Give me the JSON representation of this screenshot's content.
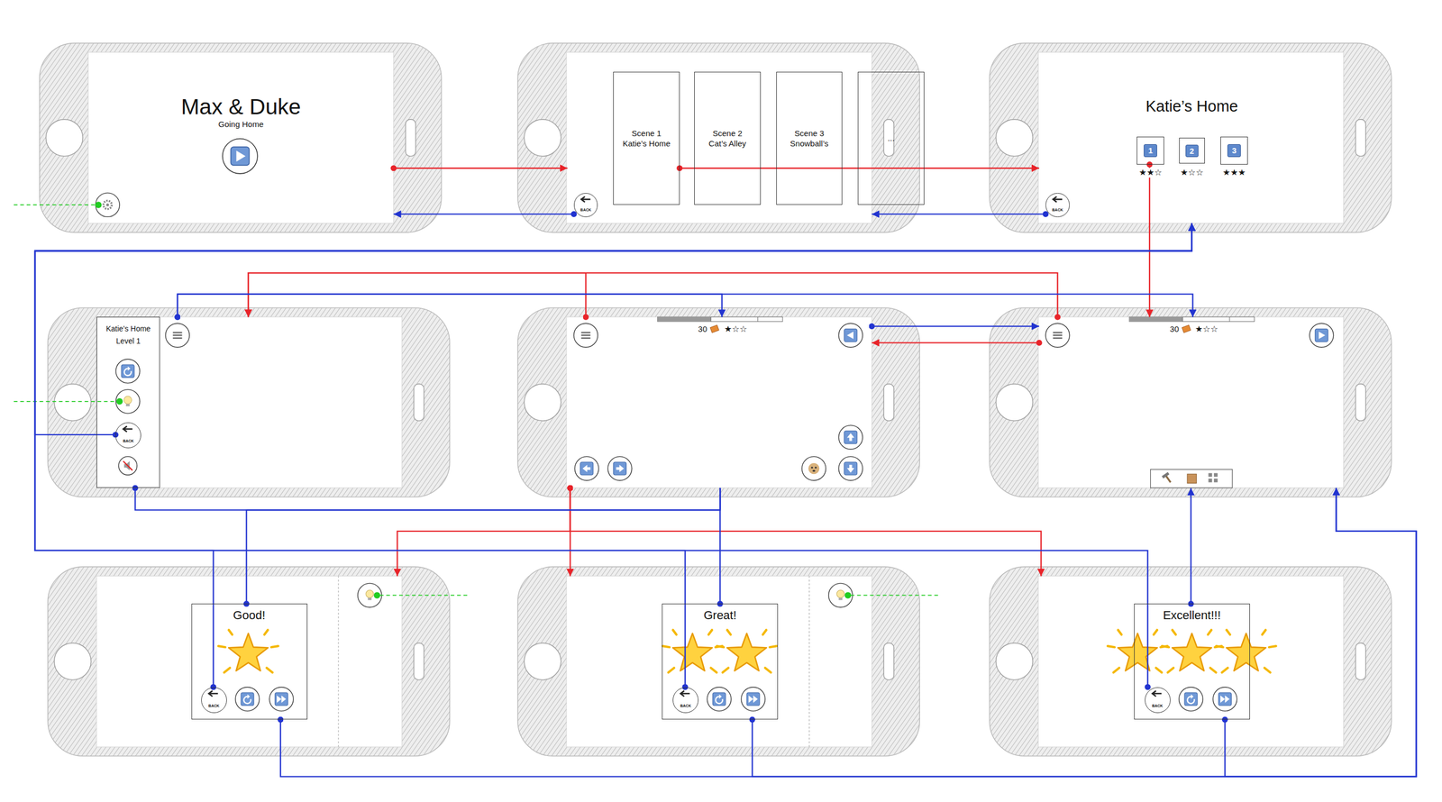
{
  "diagram": {
    "nodes": [
      {
        "text": [
          "Max & Duke",
          "Going Home"
        ]
      },
      {
        "text": []
      },
      {
        "text": [
          "Scene 1",
          "Katie’s Home"
        ],
        "in": 1
      },
      {
        "text": [
          "Scene 2",
          "Cat’s Alley"
        ],
        "in": 1
      },
      {
        "text": [
          "Scene 3",
          "Snowball’s"
        ],
        "in": 1
      },
      {
        "text": [
          "..."
        ],
        "in": 1
      },
      {
        "text": [
          "BACK"
        ],
        "in": 1
      },
      {
        "text": [
          "Katie’s Home"
        ]
      },
      {
        "text": [
          "1"
        ],
        "in": 7
      },
      {
        "text": [
          "2"
        ],
        "in": 7
      },
      {
        "text": [
          "3"
        ],
        "in": 7
      },
      {
        "text": [
          "BACK"
        ],
        "in": 7
      },
      {
        "text": []
      },
      {
        "text": [
          "Katie’s Home",
          "Level 1"
        ],
        "in": 12
      },
      {
        "text": [
          "BACK"
        ],
        "in": 13
      },
      {
        "text": []
      },
      {
        "text": []
      },
      {
        "text": []
      },
      {
        "text": [
          "Good!"
        ],
        "in": 17
      },
      {
        "text": [
          "BACK"
        ],
        "in": 18
      },
      {
        "text": []
      },
      {
        "text": [
          "Great!"
        ],
        "in": 20
      },
      {
        "text": [
          "BACK"
        ],
        "in": 21
      },
      {
        "text": []
      },
      {
        "text": [
          "Excellent!!!"
        ],
        "in": 23
      },
      {
        "text": [
          "BACK"
        ],
        "in": 24
      }
    ],
    "edges": [
      {
        "from": 0,
        "to": 1,
        "arrow": "to"
      },
      {
        "from": 2,
        "to": 7,
        "arrow": "to"
      },
      {
        "from": 6,
        "to": 0,
        "arrow": "to"
      },
      {
        "from": 11,
        "to": 1,
        "arrow": "to"
      },
      {
        "from": 8,
        "to": 16,
        "arrow": "to"
      },
      {
        "from": 14,
        "to": 7,
        "arrow": "to"
      },
      {
        "from": 15,
        "to": 12,
        "arrow": "to"
      },
      {
        "from": 16,
        "to": 12,
        "arrow": "to"
      },
      {
        "from": 12,
        "to": 15,
        "arrow": "to"
      },
      {
        "from": 12,
        "to": 16,
        "arrow": "to"
      },
      {
        "from": 15,
        "to": 16,
        "arrow": "to"
      },
      {
        "from": 16,
        "to": 15,
        "arrow": "to"
      },
      {
        "from": 15,
        "to": 17,
        "arrow": "to"
      },
      {
        "from": 15,
        "to": 20,
        "arrow": "to"
      },
      {
        "from": 15,
        "to": 23,
        "arrow": "to"
      },
      {
        "from": 19,
        "to": 7,
        "arrow": "to"
      },
      {
        "from": 22,
        "to": 7,
        "arrow": "to"
      },
      {
        "from": 25,
        "to": 7,
        "arrow": "to"
      },
      {
        "from": 13,
        "to": 15,
        "arrow": "none"
      },
      {
        "from": 18,
        "to": 15,
        "arrow": "none"
      },
      {
        "from": 21,
        "to": 15,
        "arrow": "none"
      },
      {
        "from": 24,
        "to": 16,
        "arrow": "to"
      },
      {
        "from": 18,
        "to": 16,
        "arrow": "to"
      },
      {
        "from": 21,
        "to": 16,
        "arrow": "to"
      },
      {
        "from": 24,
        "to": 16,
        "arrow": "to"
      }
    ],
    "labels": [
      "★★☆",
      "★☆☆",
      "★★★",
      "30",
      "★☆☆",
      "30",
      "★☆☆"
    ]
  }
}
